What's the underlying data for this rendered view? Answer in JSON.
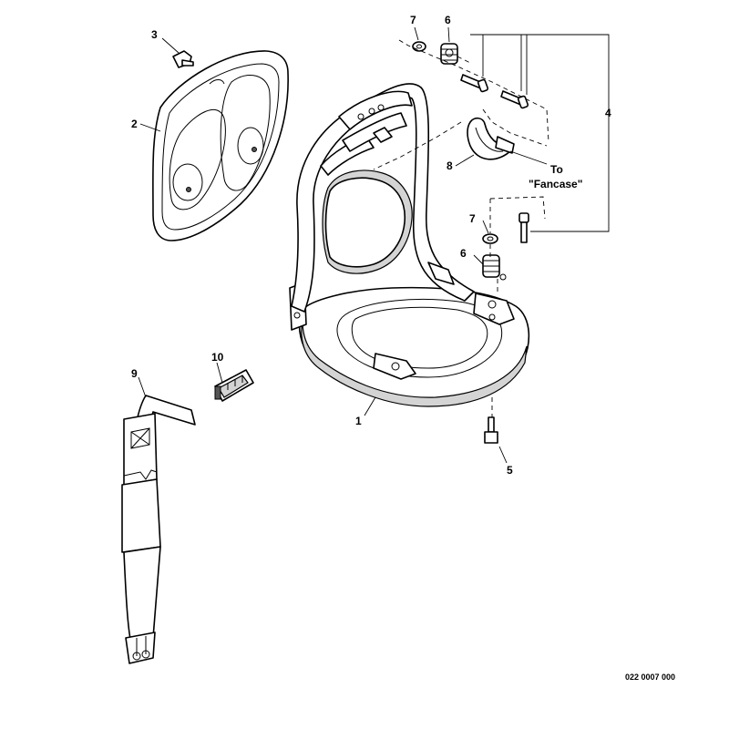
{
  "callouts": {
    "c1": "1",
    "c2": "2",
    "c3": "3",
    "c4": "4",
    "c5": "5",
    "c6a": "6",
    "c6b": "6",
    "c7a": "7",
    "c7b": "7",
    "c8": "8",
    "c9": "9",
    "c10": "10"
  },
  "note": {
    "line1": "To",
    "line2": "\"Fancase\""
  },
  "reference": "022 0007 000"
}
